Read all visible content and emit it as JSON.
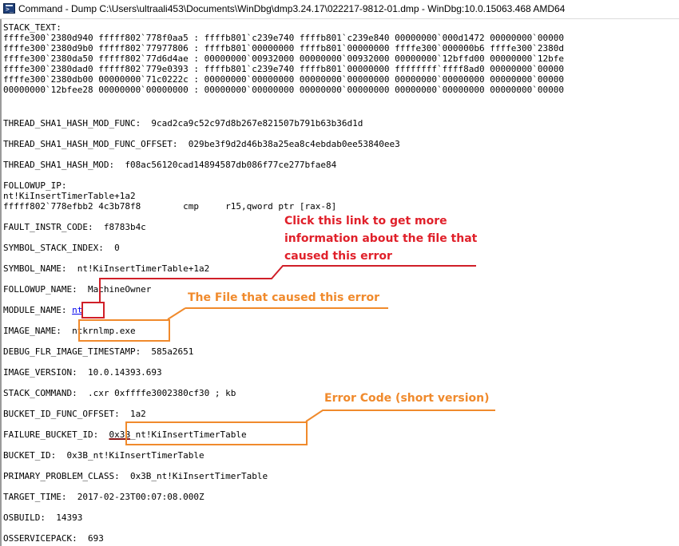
{
  "window": {
    "title": "Command - Dump C:\\Users\\ultraali453\\Documents\\WinDbg\\dmp3.24.17\\022217-9812-01.dmp - WinDbg:10.0.15063.468 AMD64"
  },
  "console": {
    "stack_header": "STACK_TEXT:",
    "stack_lines": [
      "ffffe300`2380d940 fffff802`778f0aa5 : ffffb801`c239e740 ffffb801`c239e840 00000000`000d1472 00000000`00000",
      "ffffe300`2380d9b0 fffff802`77977806 : ffffb801`00000000 ffffb801`00000000 ffffe300`000000b6 ffffe300`2380d",
      "ffffe300`2380da50 fffff802`77d6d4ae : 00000000`00932000 00000000`00932000 00000000`12bffd00 00000000`12bfe",
      "ffffe300`2380dad0 fffff802`779e0393 : ffffb801`c239e740 ffffb801`00000000 ffffffff`ffff8ad0 00000000`00000",
      "ffffe300`2380db00 00000000`71c0222c : 00000000`00000000 00000000`00000000 00000000`00000000 00000000`00000",
      "00000000`12bfee28 00000000`00000000 : 00000000`00000000 00000000`00000000 00000000`00000000 00000000`00000"
    ],
    "func_hash_line": "THREAD_SHA1_HASH_MOD_FUNC:  9cad2ca9c52c97d8b267e821507b791b63b36d1d",
    "func_offset_hash_line": "THREAD_SHA1_HASH_MOD_FUNC_OFFSET:  029be3f9d2d46b38a25ea8c4ebdab0ee53840ee3",
    "mod_hash_line": "THREAD_SHA1_HASH_MOD:  f08ac56120cad14894587db086f77ce277bfae84",
    "followup_ip_header": "FOLLOWUP_IP:",
    "followup_ip_symbol": "nt!KiInsertTimerTable+1a2",
    "followup_ip_instr": "fffff802`778efbb2 4c3b78f8        cmp     r15,qword ptr [rax-8]",
    "fault_instr_line": "FAULT_INSTR_CODE:  f8783b4c",
    "symbol_stack_index_line": "SYMBOL_STACK_INDEX:  0",
    "symbol_name_line": "SYMBOL_NAME:  nt!KiInsertTimerTable+1a2",
    "followup_name_line": "FOLLOWUP_NAME:  MachineOwner",
    "module_name_label": "MODULE_NAME: ",
    "module_name_value": "nt",
    "image_name_label": "IMAGE_NAME:  ",
    "image_name_value": "ntkrnlmp.exe",
    "debug_flr_line": "DEBUG_FLR_IMAGE_TIMESTAMP:  585a2651",
    "image_version_line": "IMAGE_VERSION:  10.0.14393.693",
    "stack_command_line": "STACK_COMMAND:  .cxr 0xffffe3002380cf30 ; kb",
    "bucket_func_offset_line": "BUCKET_ID_FUNC_OFFSET:  1a2",
    "failure_bucket_label": "FAILURE_BUCKET_ID:  ",
    "failure_bucket_code": "0x3B",
    "failure_bucket_rest": "_nt!KiInsertTimerTable",
    "bucket_id_line": "BUCKET_ID:  0x3B_nt!KiInsertTimerTable",
    "primary_problem_class_line": "PRIMARY_PROBLEM_CLASS:  0x3B_nt!KiInsertTimerTable",
    "target_time_line": "TARGET_TIME:  2017-02-23T00:07:08.000Z",
    "osbuild_line": "OSBUILD:  14393",
    "osservicepack_line": "OSSERVICEPACK:  693"
  },
  "annotations": {
    "link_note_1": "Click this link to get more",
    "link_note_2": "information about the file that",
    "link_note_3": "caused this error",
    "file_note": "The File that caused this error",
    "error_code_note": "Error Code (short version)"
  },
  "colors": {
    "link_annotation": "#e0202a",
    "file_annotation": "#f08a2c",
    "link_text": "#0000ee"
  }
}
